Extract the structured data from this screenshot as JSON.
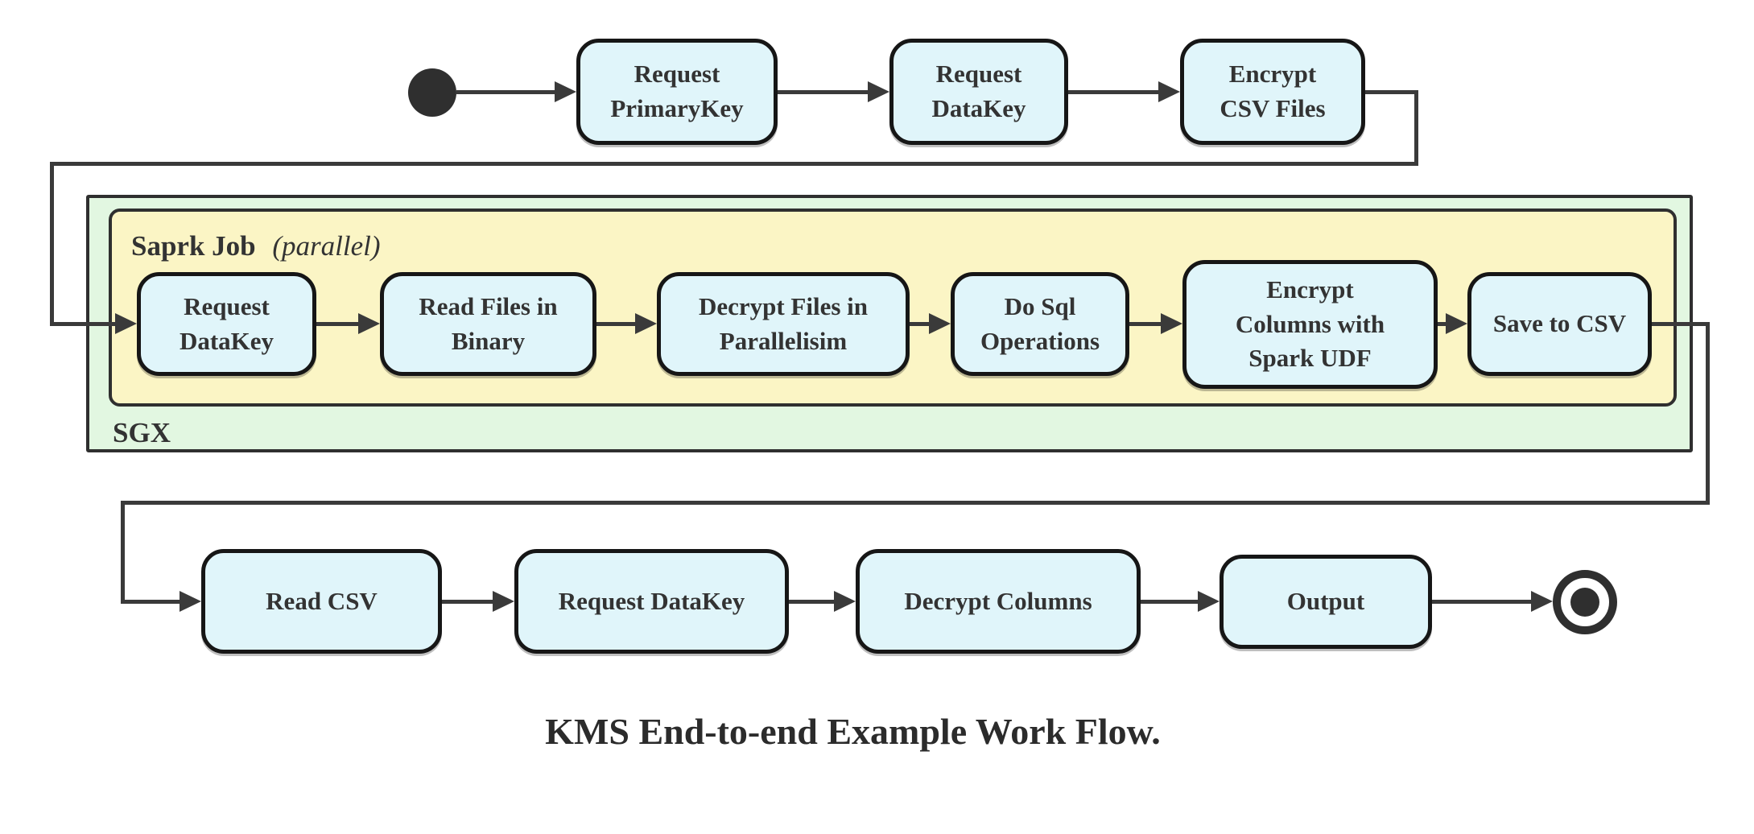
{
  "caption": "KMS End-to-end Example Work Flow.",
  "colors": {
    "node_fill": "#e0f5fa",
    "sgx_container_fill": "#e2f7e1",
    "spark_container_fill": "#fbf5c5",
    "line": "#3a3a3a",
    "node_border": "#161616",
    "text": "#333333"
  },
  "icons": {
    "start": "filled-circle-start-icon",
    "end": "bullseye-end-icon",
    "arrow": "right-arrowhead-icon"
  },
  "top_row": {
    "nodes": [
      {
        "label": "Request\nPrimaryKey"
      },
      {
        "label": "Request\nDataKey"
      },
      {
        "label": "Encrypt\nCSV Files"
      }
    ]
  },
  "sgx": {
    "label": "SGX",
    "spark": {
      "label_bold": "Saprk Job",
      "label_italic": "(parallel)",
      "nodes": [
        {
          "label": "Request\nDataKey"
        },
        {
          "label": "Read Files in\nBinary"
        },
        {
          "label": "Decrypt Files in\nParallelisim"
        },
        {
          "label": "Do Sql\nOperations"
        },
        {
          "label": "Encrypt\nColumns with\nSpark UDF"
        },
        {
          "label": "Save to CSV"
        }
      ]
    }
  },
  "bottom_row": {
    "nodes": [
      {
        "label": "Read CSV"
      },
      {
        "label": "Request DataKey"
      },
      {
        "label": "Decrypt Columns"
      },
      {
        "label": "Output"
      }
    ]
  }
}
